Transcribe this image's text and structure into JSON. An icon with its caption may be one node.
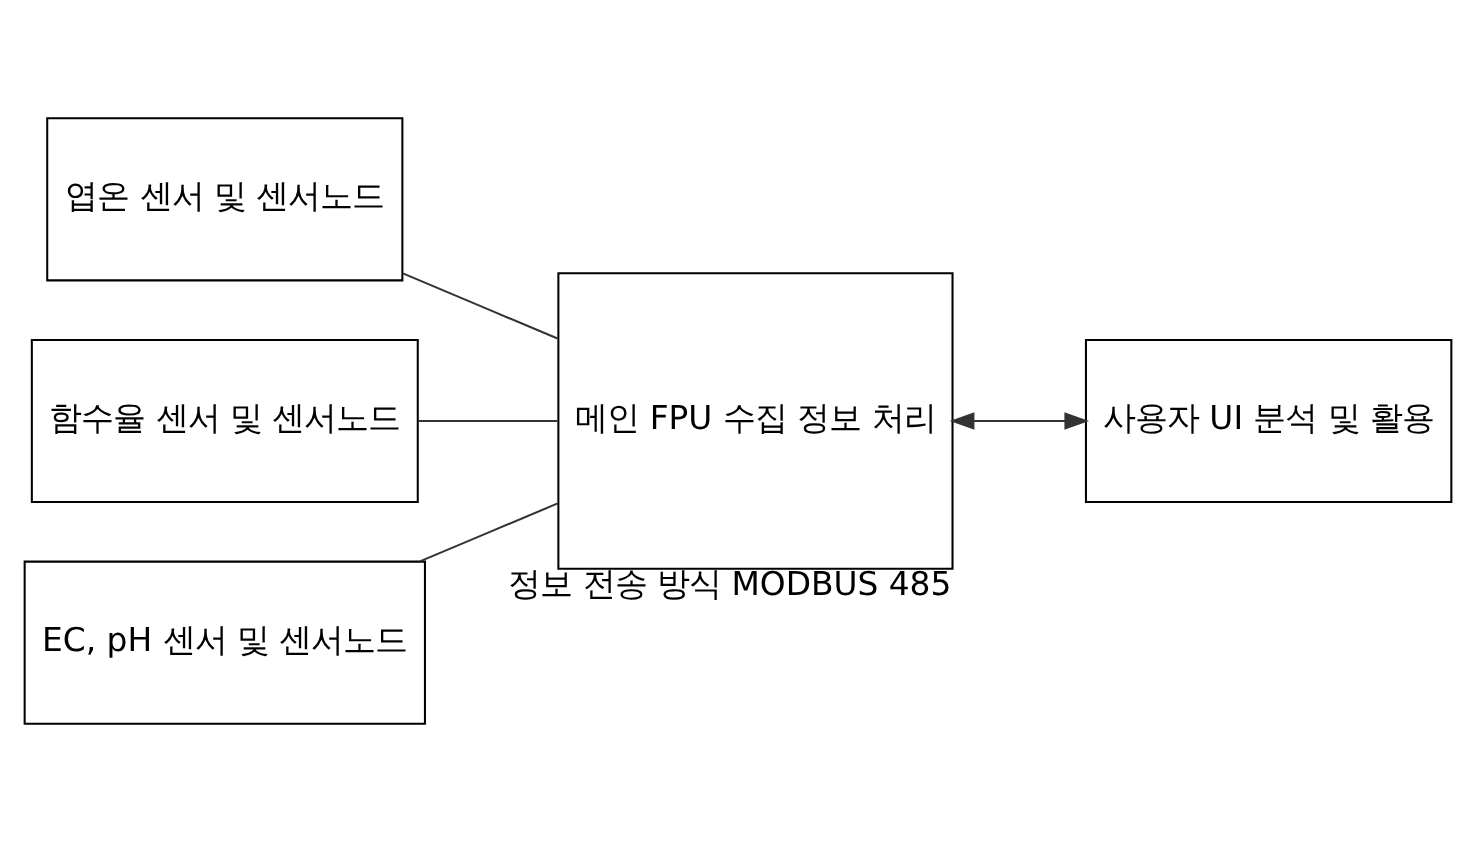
{
  "diagram": {
    "nodes": [
      {
        "text": [
          "엽온 센서 및 센서노드"
        ]
      },
      {
        "text": [
          "함수율 센서 및 센서노드"
        ]
      },
      {
        "text": [
          "EC, pH 센서 및 센서노드"
        ]
      },
      {
        "text": [
          "메인 FPU 수집 정보 처리"
        ],
        "beside": [
          "정보 전송 방식 MODBUS 485"
        ]
      },
      {
        "text": [
          "사용자 UI 분석 및 활용"
        ]
      }
    ],
    "edges": [
      {
        "from": 0,
        "to": 3,
        "arrow": "none"
      },
      {
        "from": 1,
        "to": 3,
        "arrow": "none"
      },
      {
        "from": 2,
        "to": 3,
        "arrow": "none"
      },
      {
        "from": 3,
        "to": 4,
        "arrow": "both"
      }
    ]
  }
}
